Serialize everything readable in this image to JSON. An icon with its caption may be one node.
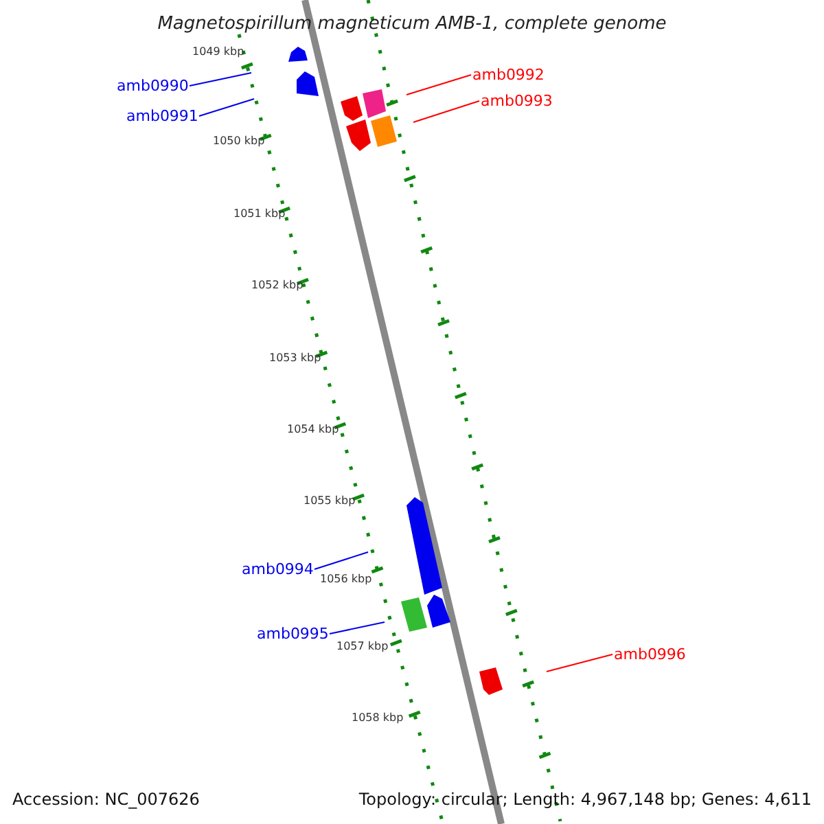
{
  "diagram": {
    "title": "Magnetospirillum magneticum AMB-1, complete genome",
    "nodes": [
      {
        "text": [
          "amb0990"
        ]
      },
      {
        "text": [
          "amb0991"
        ]
      },
      {
        "text": [
          "amb0992"
        ]
      },
      {
        "text": [
          "amb0993"
        ]
      },
      {
        "text": [
          "amb0994"
        ]
      },
      {
        "text": [
          "amb0995"
        ]
      },
      {
        "text": [
          "amb0996"
        ]
      }
    ],
    "edges": [
      {
        "from": 0,
        "to": null,
        "arrow": "none"
      },
      {
        "from": 1,
        "to": null,
        "arrow": "none"
      },
      {
        "from": 2,
        "to": null,
        "arrow": "none",
        "color": "#ff0000"
      },
      {
        "from": 3,
        "to": null,
        "arrow": "none",
        "color": "#ff0000"
      },
      {
        "from": 4,
        "to": null,
        "arrow": "none"
      },
      {
        "from": 5,
        "to": null,
        "arrow": "none"
      },
      {
        "from": 6,
        "to": null,
        "arrow": "none",
        "color": "#ff0000"
      }
    ],
    "labels": [
      "1049 kbp",
      "1050 kbp",
      "1051 kbp",
      "1052 kbp",
      "1053 kbp",
      "1054 kbp",
      "1055 kbp",
      "1056 kbp",
      "1057 kbp",
      "1058 kbp",
      "Accession: NC_007626",
      "Topology: circular; Length: 4,967,148 bp; Genes: 4,611"
    ]
  }
}
